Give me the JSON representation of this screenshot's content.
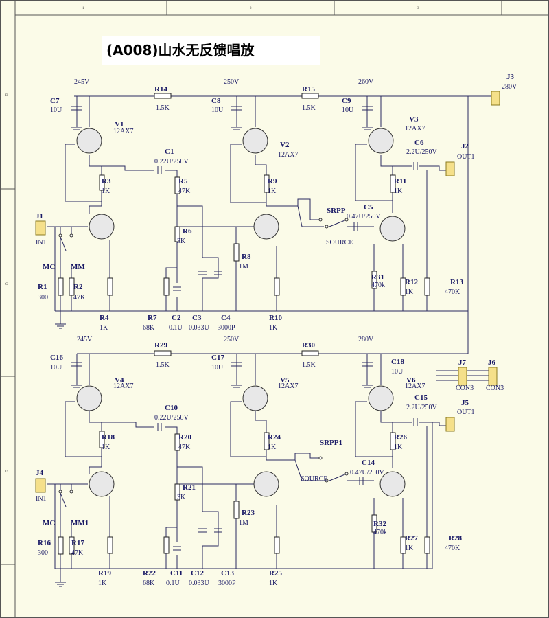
{
  "title": "(A008)山水无反馈唱放",
  "border": {
    "top_cols": [
      "1",
      "2",
      "3"
    ],
    "left_rows": [
      "D",
      "C",
      "D"
    ]
  },
  "supplies": {
    "top": [
      "245V",
      "250V",
      "260V"
    ],
    "bottom": [
      "245V",
      "250V",
      "280V"
    ],
    "j3_voltage": "280V"
  },
  "labels": {
    "r14": "R14",
    "r14v": "1.5K",
    "r15": "R15",
    "r15v": "1.5K",
    "c7": "C7",
    "c7v": "10U",
    "c8": "C8",
    "c8v": "10U",
    "c9": "C9",
    "c9v": "10U",
    "v1": "V1",
    "v1t": "12AX7",
    "v2": "V2",
    "v2t": "12AX7",
    "v3": "V3",
    "v3t": "12AX7",
    "c1": "C1",
    "c1v": "0.22U/250V",
    "c6": "C6",
    "c6v": "2.2U/250V",
    "j3": "J3",
    "j2": "J2",
    "j2o": "OUT1",
    "j1": "J1",
    "j1i": "IN1",
    "r3": "R3",
    "r3v": "1K",
    "r5": "R5",
    "r5v": "47K",
    "r9": "R9",
    "r9v": "1K",
    "r11": "R11",
    "r11v": "1K",
    "srpp": "SRPP",
    "source": "SOURCE",
    "c5": "C5",
    "c5v": "0.47U/250V",
    "r6": "R6",
    "r6v": "3K",
    "mc": "MC",
    "mm": "MM",
    "r1": "R1",
    "r1v": "300",
    "r2": "R2",
    "r2v": "47K",
    "r8": "R8",
    "r8v": "1M",
    "r31": "R31",
    "r31v": "470k",
    "r12": "R12",
    "r12v": "1K",
    "r13": "R13",
    "r13v": "470K",
    "r4": "R4",
    "r4v": "1K",
    "r7": "R7",
    "r7v": "68K",
    "c2": "C2",
    "c2v": "0.1U",
    "c3": "C3",
    "c3v": "0.033U",
    "c4": "C4",
    "c4v": "3000P",
    "r10": "R10",
    "r10v": "1K",
    "r29": "R29",
    "r29v": "1.5K",
    "r30": "R30",
    "r30v": "1.5K",
    "c16": "C16",
    "c16v": "10U",
    "c17": "C17",
    "c17v": "10U",
    "c18": "C18",
    "c18v": "10U",
    "v4": "V4",
    "v4t": "12AX7",
    "v5": "V5",
    "v5t": "12AX7",
    "v6": "V6",
    "v6t": "12AX7",
    "j7": "J7",
    "j7c": "CON3",
    "j6": "J6",
    "j6c": "CON3",
    "c10": "C10",
    "c10v": "0.22U/250V",
    "c15": "C15",
    "c15v": "2.2U/250V",
    "j5": "J5",
    "j5o": "OUT1",
    "r18": "R18",
    "r18v": "1K",
    "r20": "R20",
    "r20v": "47K",
    "r24": "R24",
    "r24v": "1K",
    "r26": "R26",
    "r26v": "1K",
    "srpp1": "SRPP1",
    "source2": "SOURCE",
    "c14": "C14",
    "c14v": "0.47U/250V",
    "j4": "J4",
    "j4i": "IN1",
    "r21": "R21",
    "r21v": "3K",
    "mc2": "MC",
    "mm1": "MM1",
    "r16": "R16",
    "r16v": "300",
    "r17": "R17",
    "r17v": "47K",
    "r23": "R23",
    "r23v": "1M",
    "r32": "R32",
    "r32v": "470k",
    "r27": "R27",
    "r27v": "1K",
    "r28": "R28",
    "r28v": "470K",
    "r19": "R19",
    "r19v": "1K",
    "r22": "R22",
    "r22v": "68K",
    "c11": "C11",
    "c11v": "0.1U",
    "c12": "C12",
    "c12v": "0.033U",
    "c13": "C13",
    "c13v": "3000P",
    "r25": "R25",
    "r25v": "1K"
  }
}
